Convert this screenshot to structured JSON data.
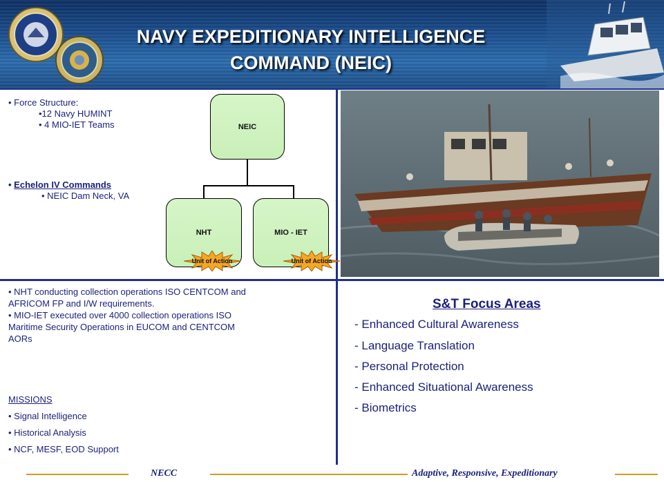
{
  "header": {
    "title_line1": "NAVY EXPEDITIONARY INTELLIGENCE",
    "title_line2": "COMMAND (NEIC)"
  },
  "force_structure": {
    "heading": "• Force Structure:",
    "items": [
      "•12 Navy HUMINT",
      "• 4 MIO-IET  Teams"
    ]
  },
  "echelon": {
    "bullet": "• ",
    "heading": "Echelon IV Commands",
    "item": "• NEIC  Dam Neck, VA"
  },
  "org_chart": {
    "top": "NEIC",
    "left": "NHT",
    "right": "MIO - IET",
    "badge_left": "Unit of Action",
    "badge_right": "Unit of Action"
  },
  "operations": {
    "lines": [
      "• NHT conducting collection operations ISO CENTCOM and",
      "AFRICOM FP and I/W requirements.",
      "• MIO-IET executed over 4000 collection operations ISO",
      "Maritime Security Operations in EUCOM and CENTCOM",
      "AORs"
    ]
  },
  "missions": {
    "heading": "MISSIONS",
    "items": [
      "• Signal Intelligence",
      "• Historical Analysis",
      "• NCF, MESF, EOD Support"
    ]
  },
  "focus": {
    "title": "S&T Focus Areas",
    "items": [
      "- Enhanced Cultural Awareness",
      "- Language Translation",
      "- Personal Protection",
      "- Enhanced Situational Awareness",
      "- Biometrics"
    ]
  },
  "footer": {
    "left": "NECC",
    "right": "Adaptive, Responsive, Expeditionary"
  },
  "colors": {
    "text": "#1a1f7a",
    "divider": "#1f2f8f",
    "footer_line": "#d29a20",
    "org_box": "#c9f0b8",
    "starburst": "#f5a623"
  }
}
